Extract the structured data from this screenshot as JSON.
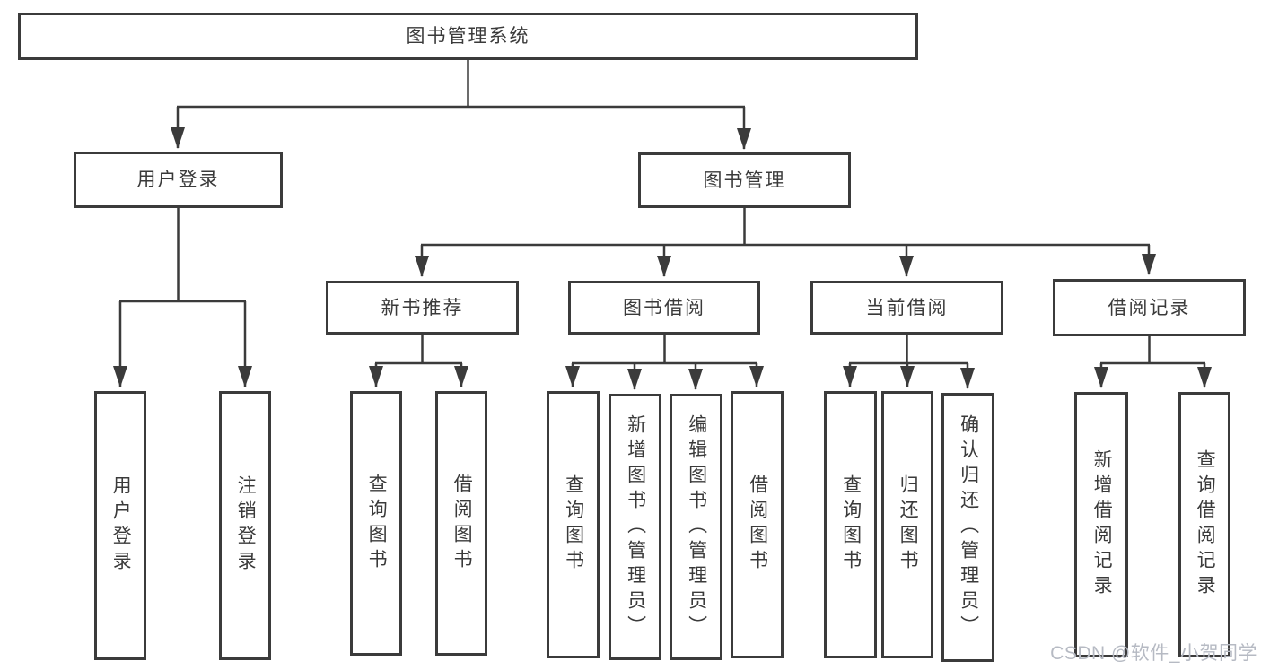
{
  "colors": {
    "line": "#3b3b3b",
    "text": "#3a3a3a",
    "watermark": "#b6bac3",
    "background": "#ffffff"
  },
  "tree": {
    "root": "图书管理系统",
    "branches": [
      {
        "label": "用户登录",
        "children": [
          "用户登录",
          "注销登录"
        ]
      },
      {
        "label": "图书管理",
        "children": [
          {
            "label": "新书推荐",
            "children": [
              "查询图书",
              "借阅图书"
            ]
          },
          {
            "label": "图书借阅",
            "children": [
              "查询图书",
              "新增图书（管理员）",
              "编辑图书（管理员）",
              "借阅图书"
            ]
          },
          {
            "label": "当前借阅",
            "children": [
              "查询图书",
              "归还图书",
              "确认归还（管理员）"
            ]
          },
          {
            "label": "借阅记录",
            "children": [
              "新增借阅记录",
              "查询借阅记录"
            ]
          }
        ]
      }
    ]
  },
  "watermark": "CSDN @软件_小贺同学"
}
